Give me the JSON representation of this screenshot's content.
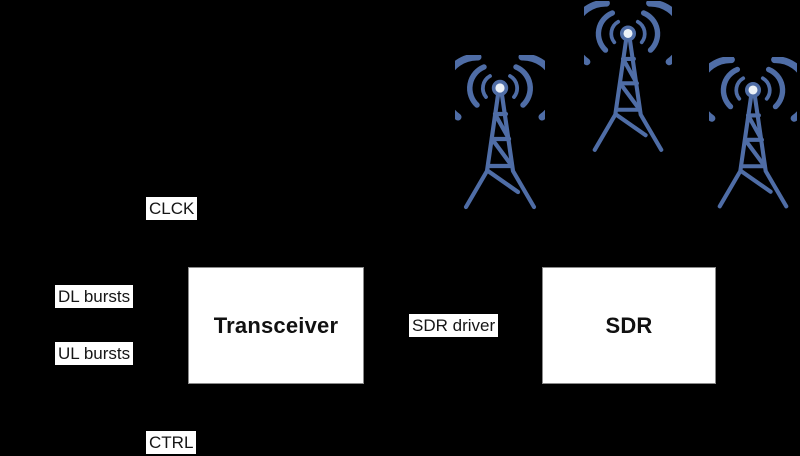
{
  "diagram": {
    "background": "#000000",
    "tower_color": "#4f6da6",
    "tower_head_color": "#edf2f8",
    "boxes": [
      {
        "label": "Transceiver"
      },
      {
        "label": "SDR"
      }
    ],
    "labels": {
      "clck": "CLCK",
      "dl_bursts": "DL bursts",
      "ul_bursts": "UL bursts",
      "ctrl": "CTRL",
      "sdr_driver": "SDR driver"
    },
    "towers": {
      "count": 3,
      "icon": "cell-tower"
    }
  }
}
